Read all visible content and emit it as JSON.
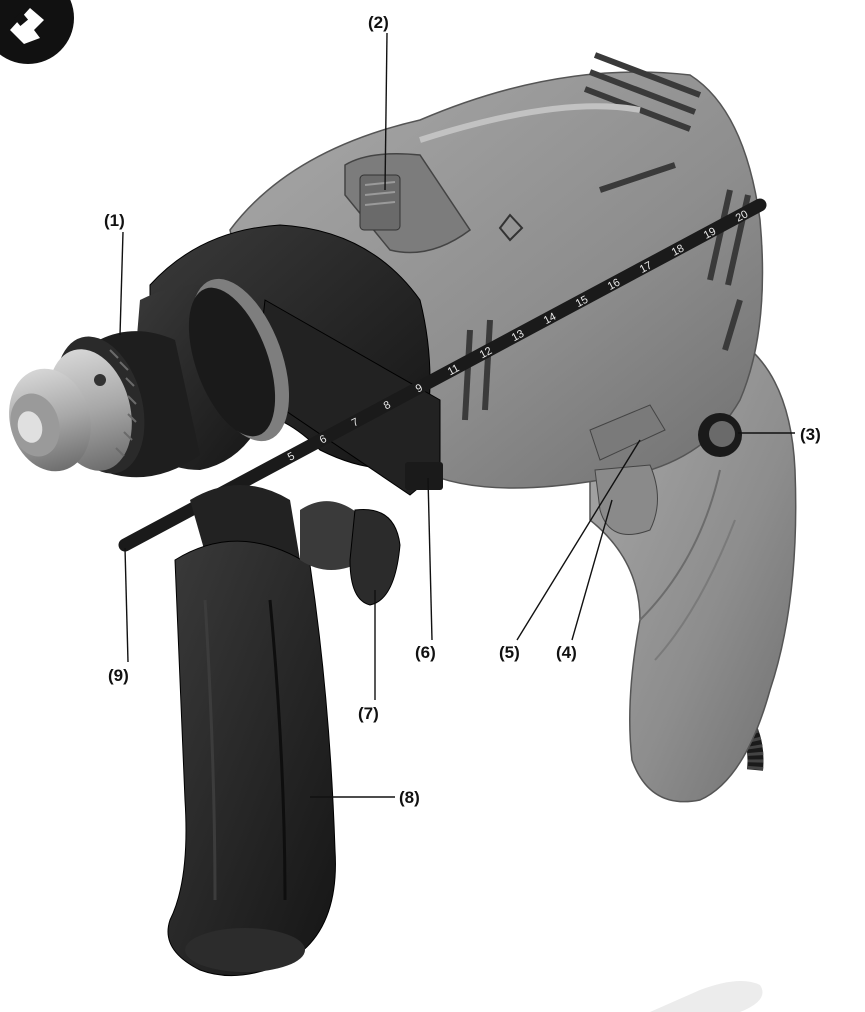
{
  "callouts": {
    "c1": "(1)",
    "c2": "(2)",
    "c3": "(3)",
    "c4": "(4)",
    "c5": "(5)",
    "c6": "(6)",
    "c7": "(7)",
    "c8": "(8)",
    "c9": "(9)"
  },
  "depth_scale": [
    "5",
    "6",
    "7",
    "8",
    "9",
    "11",
    "12",
    "13",
    "14",
    "15",
    "16",
    "17",
    "18",
    "19",
    "20"
  ],
  "icons": {
    "corner": "tool-manual-icon"
  },
  "colors": {
    "housing": "#8e8e8e",
    "black": "#1c1c1c",
    "chuck": "#b4b4b4"
  }
}
